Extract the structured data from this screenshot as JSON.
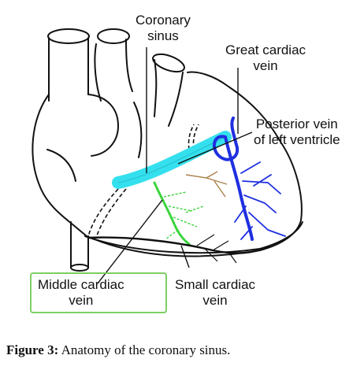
{
  "labels": {
    "coronary_sinus": [
      "Coronary",
      "sinus"
    ],
    "great_cardiac_vein": [
      "Great cardiac",
      "vein"
    ],
    "posterior_vein_lv": [
      "Posterior vein",
      "of left ventricle"
    ],
    "middle_cardiac_vein": [
      "Middle cardiac",
      "vein"
    ],
    "small_cardiac_vein": [
      "Small cardiac",
      "vein"
    ]
  },
  "caption": {
    "prefix": "Figure 3:",
    "text": " Anatomy of the coronary sinus."
  },
  "colors": {
    "coronary_sinus": "#35e0ee",
    "great_cardiac_vein": "#1f2fe0",
    "middle_cardiac_vein": "#39d43a",
    "highlight_box": "#7ccf63",
    "outline": "#111111"
  }
}
